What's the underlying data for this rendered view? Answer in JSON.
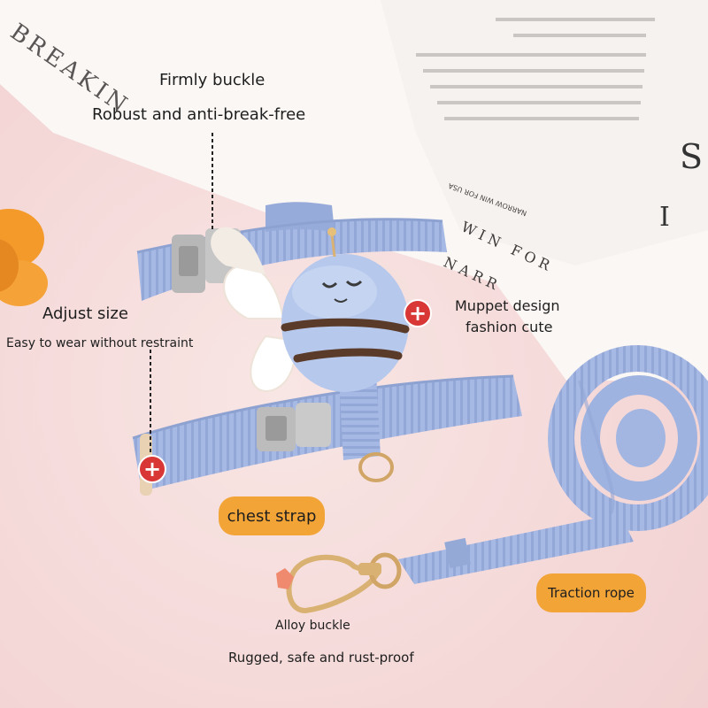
{
  "labels": {
    "buckle_title": "Firmly buckle",
    "buckle_desc": "Robust and anti-break-free",
    "adjust_title": "Adjust size",
    "adjust_desc": "Easy to wear without restraint",
    "muppet_line1": "Muppet design",
    "muppet_line2": "fashion cute",
    "chest_strap": "chest strap",
    "traction_rope": "Traction rope",
    "alloy_title": "Alloy buckle",
    "alloy_desc": "Rugged, safe and rust-proof"
  },
  "magazine_text": {
    "headline": "BREAKIN",
    "line_a": "NARROW WIN FOR USA",
    "line_b": "WIN FOR",
    "line_c": "NARR",
    "big_letter_1": "S",
    "big_letter_2": "I"
  },
  "hotspot_glyph": "+",
  "colors": {
    "background": "#f6dede",
    "paper": "#f9f6f3",
    "strap_blue": "#a6b9e4",
    "strap_dark": "#8ea2d2",
    "buckle_grey": "#bcbcbc",
    "pill_orange": "#f2a437",
    "hotspot_red": "#d93636",
    "flower_orange": "#f39a2b",
    "bee_stripe": "#5a3a28",
    "metal_gold": "#d9b273"
  }
}
